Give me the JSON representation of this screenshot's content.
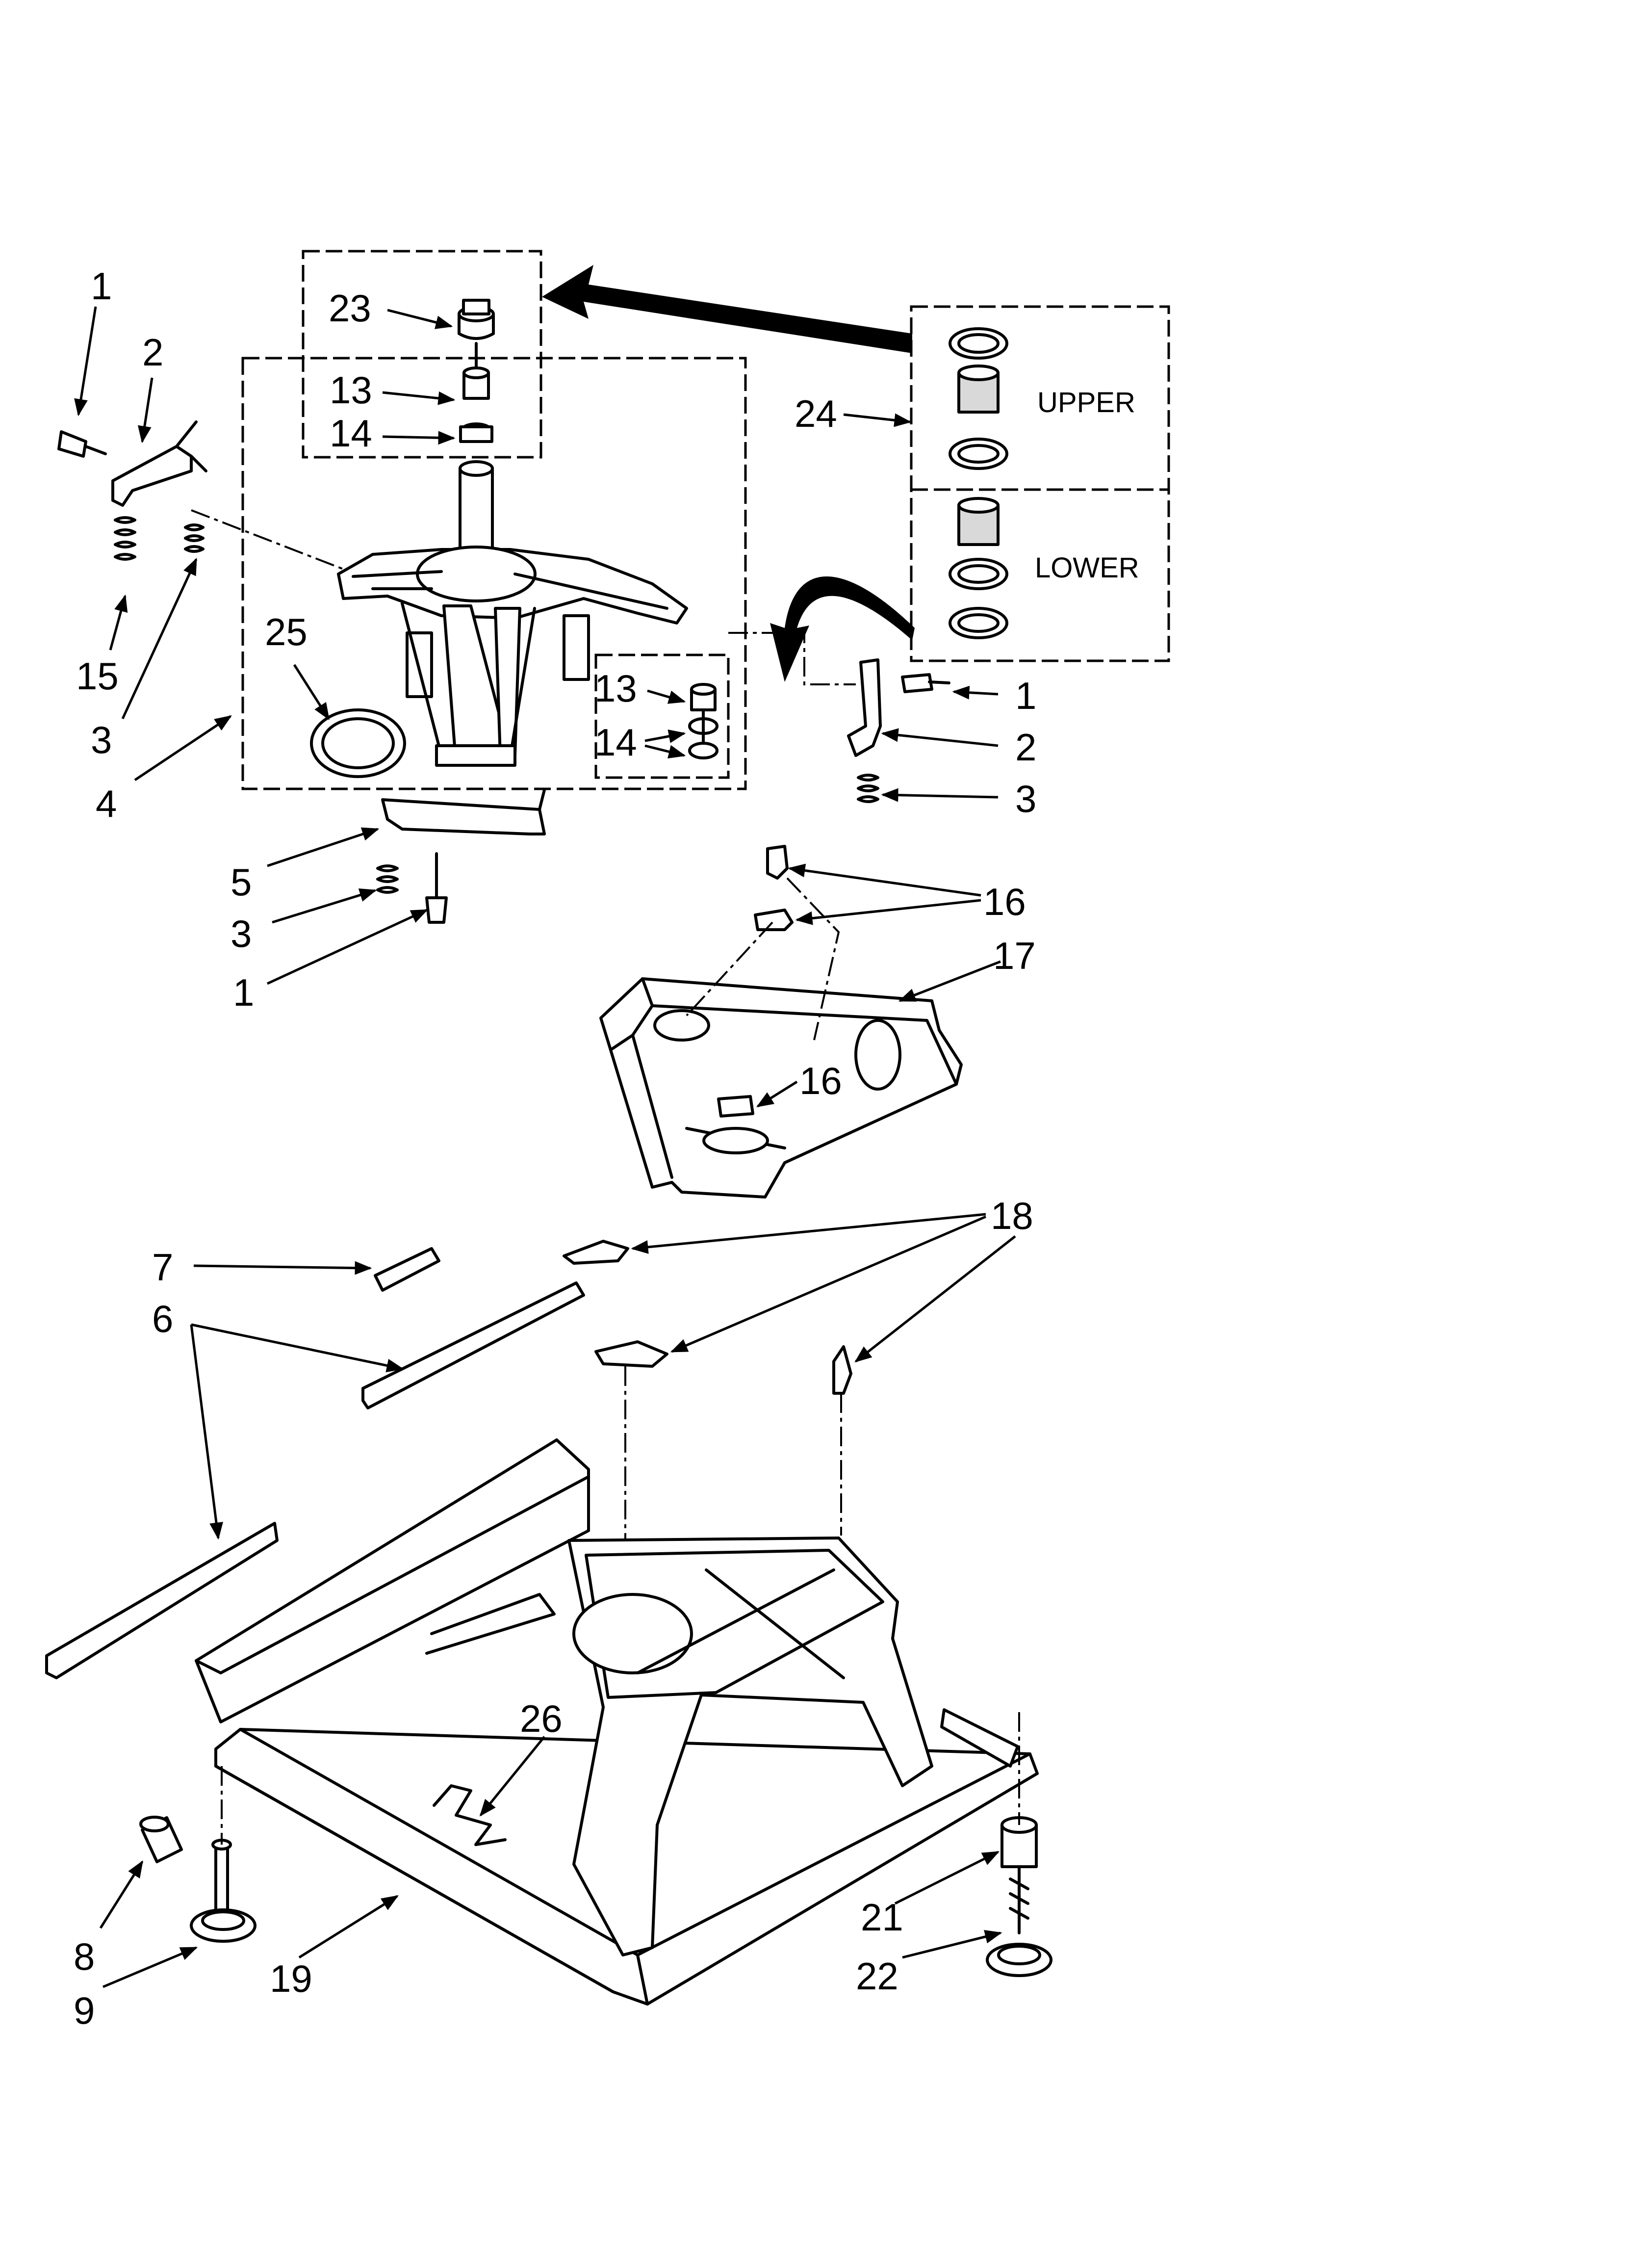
{
  "callouts": {
    "c1a": "1",
    "c2a": "2",
    "c15": "15",
    "c3a": "3",
    "c4": "4",
    "c23": "23",
    "c13a": "13",
    "c14a": "14",
    "c25": "25",
    "c13b": "13",
    "c14b": "14",
    "c24": "24",
    "c1b": "1",
    "c2b": "2",
    "c3b": "3",
    "c5": "5",
    "c3c": "3",
    "c1c": "1",
    "c16a": "16",
    "c17": "17",
    "c16b": "16",
    "c18": "18",
    "c7": "7",
    "c6": "6",
    "c26": "26",
    "c8": "8",
    "c9": "9",
    "c19": "19",
    "c21": "21",
    "c22": "22"
  },
  "bearing_labels": {
    "upper": "UPPER",
    "lower": "LOWER"
  }
}
